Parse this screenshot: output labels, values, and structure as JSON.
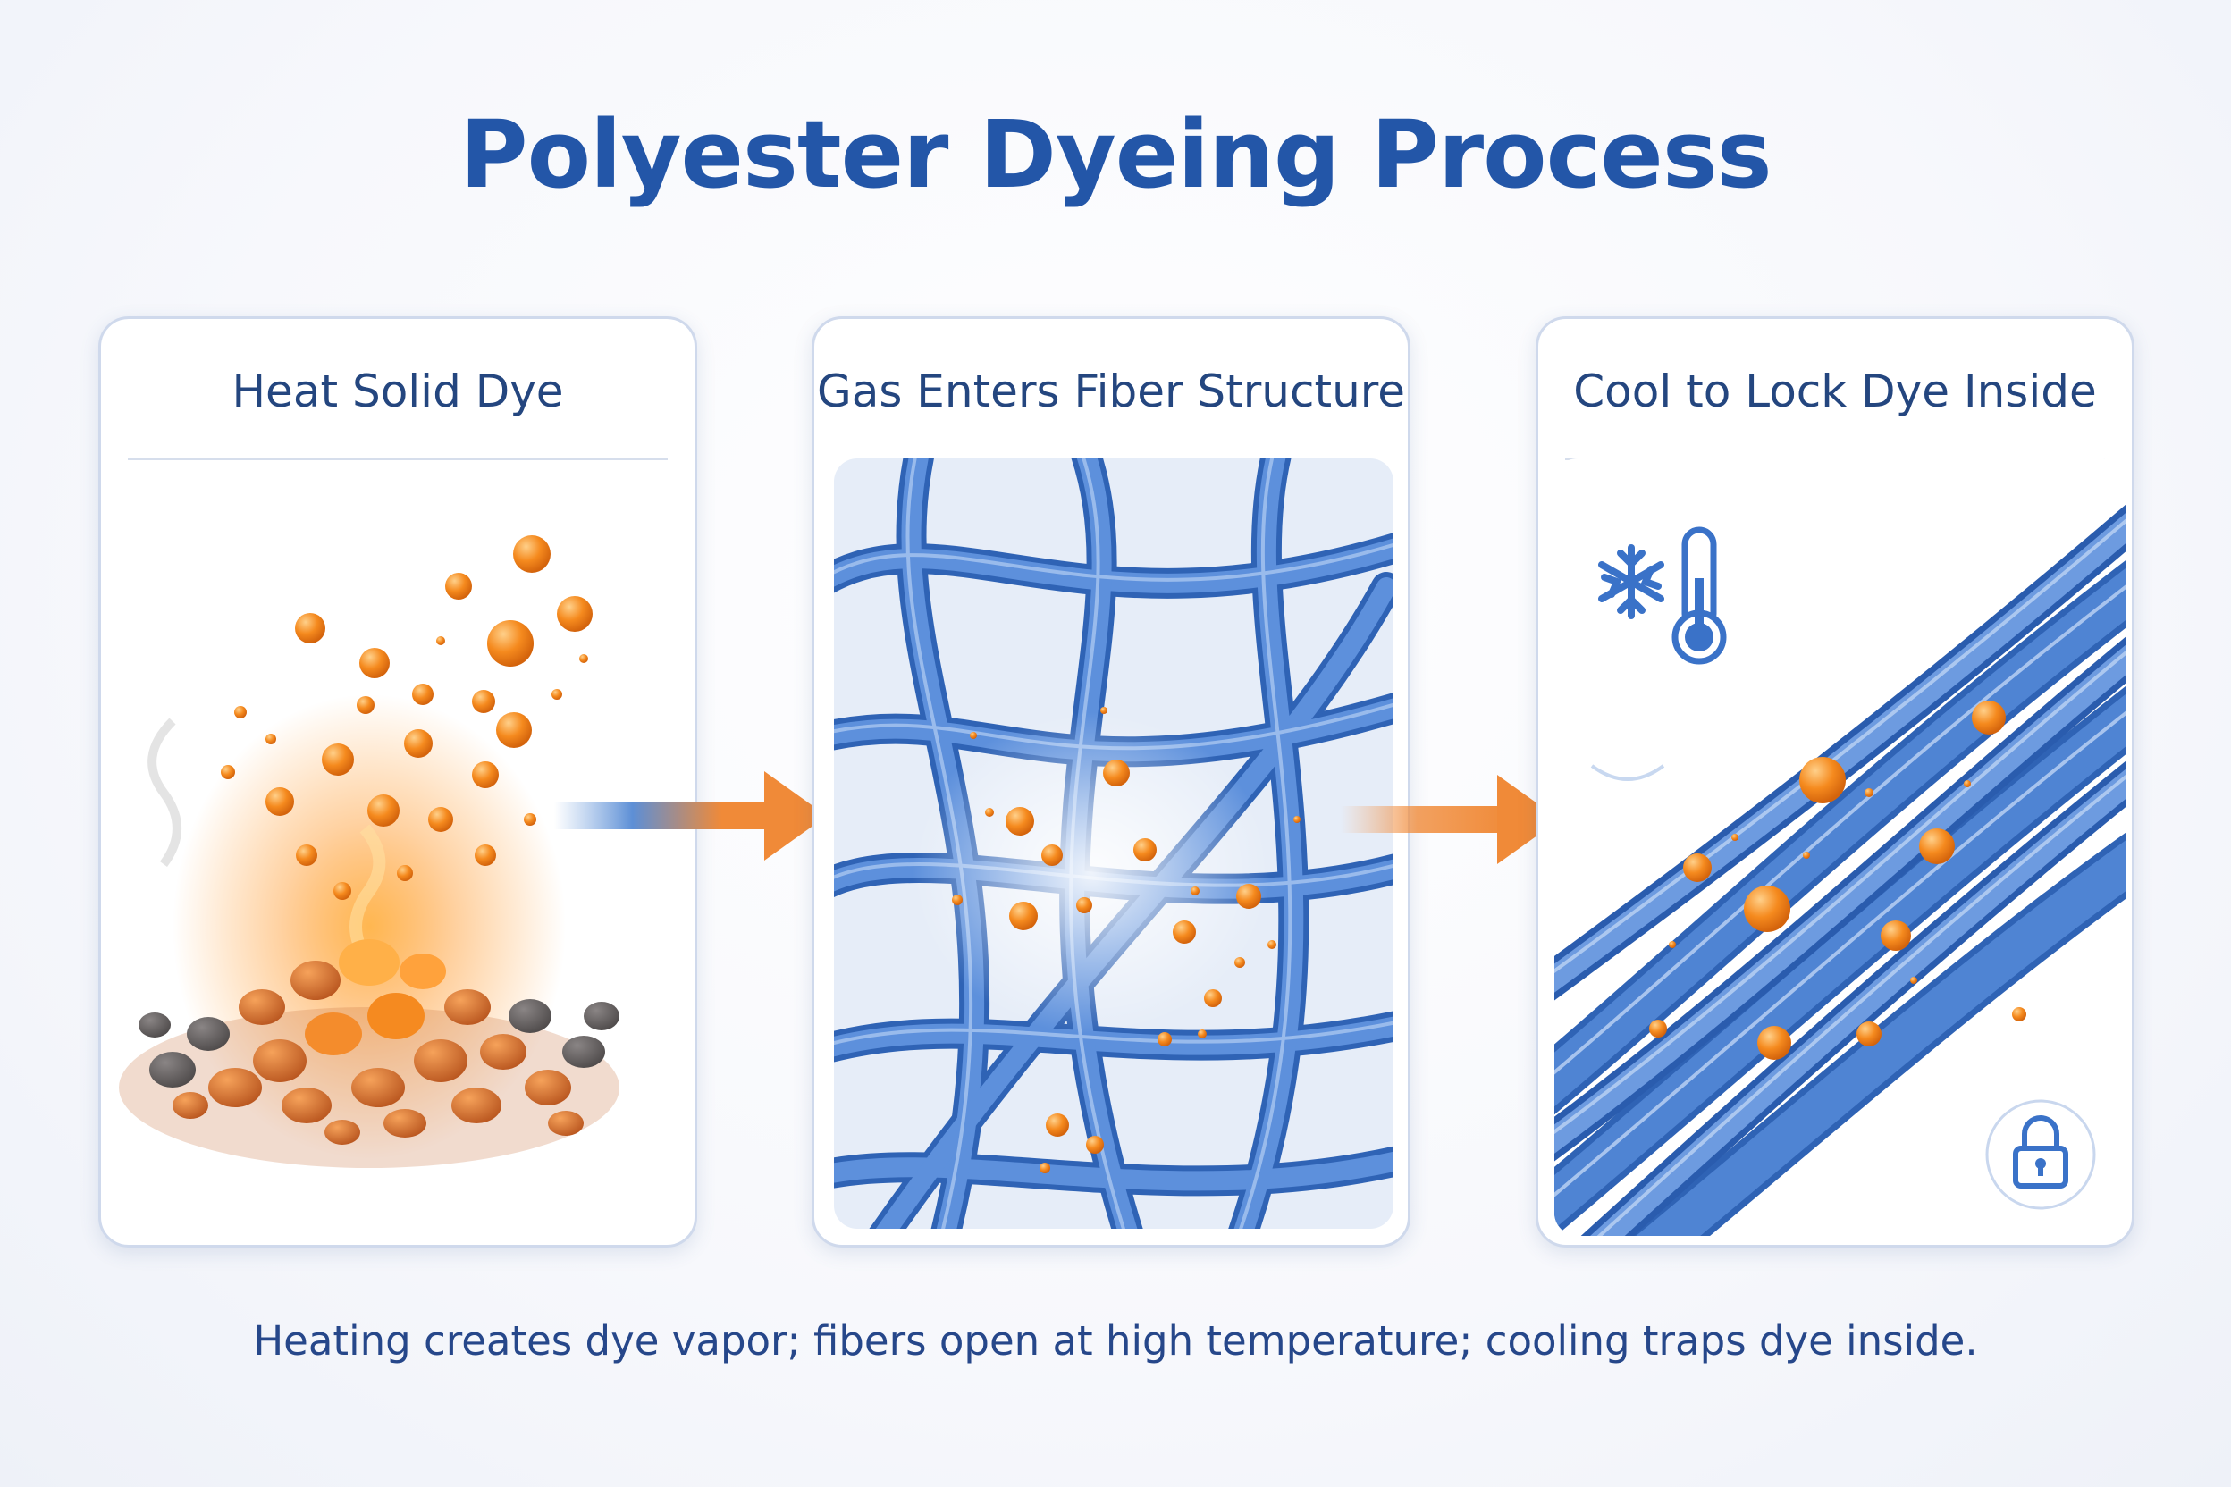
{
  "title": "Polyester Dyeing Process",
  "steps": [
    {
      "label": "Heat Solid Dye"
    },
    {
      "label": "Gas Enters Fiber Structure"
    },
    {
      "label": "Cool to Lock Dye Inside"
    }
  ],
  "caption": "Heating creates dye vapor; fibers open at high temperature; cooling traps dye inside.",
  "colors": {
    "title": "#2356a8",
    "dye_orange": "#f08a1c",
    "fiber_blue": "#3f78cc",
    "panel_border": "#cfd9ec"
  },
  "icons": [
    "snowflake-icon",
    "thermometer-icon",
    "lock-icon"
  ]
}
